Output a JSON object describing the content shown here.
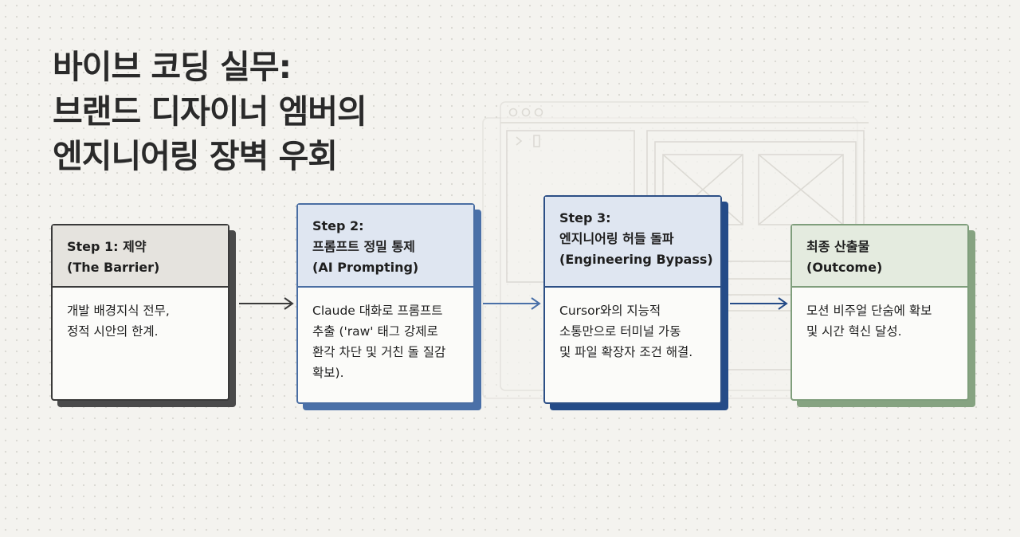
{
  "title": {
    "line1": "바이브 코딩 실무:",
    "line2": "브랜드 디자이너 엠버의",
    "line3": "엔지니어링 장벽 우회"
  },
  "steps": [
    {
      "head": [
        "Step 1: 제약",
        "(The Barrier)"
      ],
      "body": [
        "개발 배경지식 전무,",
        "정적 시안의 한계."
      ]
    },
    {
      "head": [
        "Step 2:",
        "프롬프트 정밀 통제",
        "(AI Prompting)"
      ],
      "body": [
        "Claude 대화로 프롬프트",
        "추출 ('raw' 태그 강제로",
        "환각 차단 및 거친 돌 질감",
        "확보)."
      ]
    },
    {
      "head": [
        "Step 3:",
        "엔지니어링 허들 돌파",
        "(Engineering Bypass)"
      ],
      "body": [
        "Cursor와의 지능적",
        "소통만으로 터미널 가동",
        "및 파일 확장자 조건 해결."
      ]
    },
    {
      "head": [
        "최종 산출물",
        "(Outcome)"
      ],
      "body": [
        "모션 비주얼 단숨에 확보",
        "및 시간 혁신 달성."
      ]
    }
  ],
  "colors": {
    "step1_accent": "#4a4a4a",
    "step2_accent": "#4a70a8",
    "step3_accent": "#244b88",
    "outcome_accent": "#86a381"
  }
}
